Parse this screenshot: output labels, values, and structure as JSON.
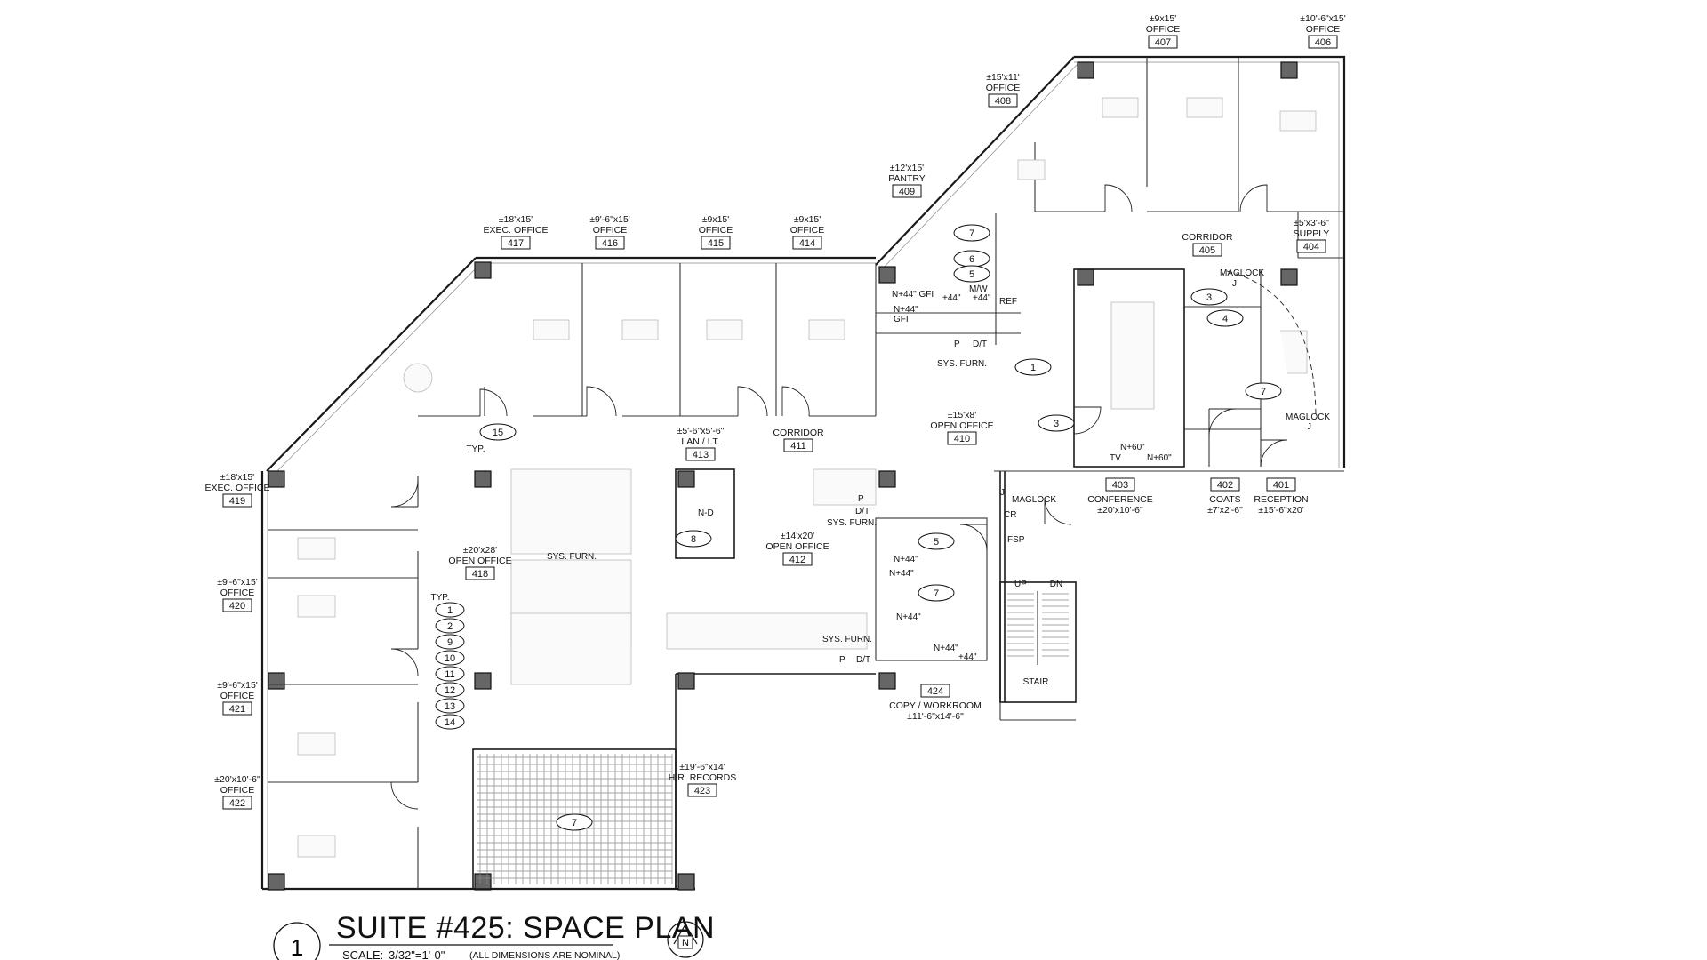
{
  "title_block": {
    "detail_number": "1",
    "title": "SUITE #425:  SPACE PLAN",
    "scale_label": "SCALE:",
    "scale_value": "3/32\"=1'-0\"",
    "note": "(ALL DIMENSIONS ARE NOMINAL)",
    "north_label": "N"
  },
  "rooms": [
    {
      "id": "r406",
      "number": "406",
      "dims": "±10'-6\"x15'",
      "name": "OFFICE"
    },
    {
      "id": "r407",
      "number": "407",
      "dims": "±9x15'",
      "name": "OFFICE"
    },
    {
      "id": "r408",
      "number": "408",
      "dims": "±15'x11'",
      "name": "OFFICE"
    },
    {
      "id": "r409",
      "number": "409",
      "dims": "±12'x15'",
      "name": "PANTRY"
    },
    {
      "id": "r404",
      "number": "404",
      "dims": "±5'x3'-6\"",
      "name": "SUPPLY"
    },
    {
      "id": "r405",
      "number": "405",
      "dims": "",
      "name": "CORRIDOR"
    },
    {
      "id": "r417",
      "number": "417",
      "dims": "±18'x15'",
      "name": "EXEC. OFFICE"
    },
    {
      "id": "r416",
      "number": "416",
      "dims": "±9'-6\"x15'",
      "name": "OFFICE"
    },
    {
      "id": "r415",
      "number": "415",
      "dims": "±9x15'",
      "name": "OFFICE"
    },
    {
      "id": "r414",
      "number": "414",
      "dims": "±9x15'",
      "name": "OFFICE"
    },
    {
      "id": "r410",
      "number": "410",
      "dims": "±15'x8'",
      "name": "OPEN OFFICE"
    },
    {
      "id": "r411",
      "number": "411",
      "dims": "",
      "name": "CORRIDOR"
    },
    {
      "id": "r413",
      "number": "413",
      "dims": "±5'-6\"x5'-6\"",
      "name": "LAN / I.T."
    },
    {
      "id": "r419",
      "number": "419",
      "dims": "±18'x15'",
      "name": "EXEC. OFFICE"
    },
    {
      "id": "r418",
      "number": "418",
      "dims": "±20'x28'",
      "name": "OPEN OFFICE"
    },
    {
      "id": "r412",
      "number": "412",
      "dims": "±14'x20'",
      "name": "OPEN OFFICE"
    },
    {
      "id": "r420",
      "number": "420",
      "dims": "±9'-6\"x15'",
      "name": "OFFICE"
    },
    {
      "id": "r421",
      "number": "421",
      "dims": "±9'-6\"x15'",
      "name": "OFFICE"
    },
    {
      "id": "r422",
      "number": "422",
      "dims": "±20'x10'-6\"",
      "name": "OFFICE"
    },
    {
      "id": "r423",
      "number": "423",
      "dims": "±19'-6\"x14'",
      "name": "H.R. RECORDS"
    }
  ],
  "bottom_rooms": [
    {
      "id": "r403",
      "number": "403",
      "name": "CONFERENCE",
      "dims": "±20'x10'-6\""
    },
    {
      "id": "r402",
      "number": "402",
      "name": "COATS",
      "dims": "±7'x2'-6\""
    },
    {
      "id": "r401",
      "number": "401",
      "name": "RECEPTION",
      "dims": "±15'-6\"x20'"
    },
    {
      "id": "r424",
      "number": "424",
      "name": "COPY / WORKROOM",
      "dims": "±11'-6\"x14'-6\""
    }
  ],
  "keynotes": [
    {
      "id": "k15",
      "label": "15"
    },
    {
      "id": "k1",
      "label": "1"
    },
    {
      "id": "k3a",
      "label": "3"
    },
    {
      "id": "k3b",
      "label": "3"
    },
    {
      "id": "k4",
      "label": "4"
    },
    {
      "id": "k7a",
      "label": "7"
    },
    {
      "id": "k6",
      "label": "6"
    },
    {
      "id": "k5a",
      "label": "5"
    },
    {
      "id": "k7b",
      "label": "7"
    },
    {
      "id": "k8",
      "label": "8"
    },
    {
      "id": "k5b",
      "label": "5"
    },
    {
      "id": "k7c",
      "label": "7"
    },
    {
      "id": "k7d",
      "label": "7"
    }
  ],
  "keynote_stack": [
    "1",
    "2",
    "9",
    "10",
    "11",
    "12",
    "13",
    "14"
  ],
  "labels": {
    "typ_a": "TYP.",
    "typ_b": "TYP.",
    "sys_furn_a": "SYS. FURN.",
    "sys_furn_b": "SYS. FURN.",
    "sys_furn_c": "SYS. FURN.",
    "sys_furn_d": "SYS. FURN.",
    "stair": "STAIR",
    "up": "UP",
    "dn": "DN",
    "maglock_a": "MAGLOCK",
    "maglock_b": "MAGLOCK",
    "maglock_c": "MAGLOCK",
    "fsp": "FSP",
    "gfi_a": "N+44\" GFI",
    "gfi_b": "N+44\"",
    "gfi_c": "GFI",
    "pantry_44a": "+44\"",
    "pantry_44b": "+44\"",
    "mw": "M/W",
    "ref": "REF",
    "n60a": "N+60\"",
    "n60b": "N+60\"",
    "tv": "TV",
    "copy_44a": "N+44\"",
    "copy_44b": "N+44\"",
    "copy_44c": "N+44\"",
    "copy_44d": "N+44\"",
    "copy_44e": "+44\"",
    "p_a": "P",
    "dt_a": "D/T",
    "p_b": "P",
    "dt_b": "D/T",
    "p_c": "P",
    "dt_c": "D/T",
    "j_a": "J",
    "j_b": "J",
    "j_c": "J",
    "cr": "CR",
    "nd": "N-D"
  }
}
